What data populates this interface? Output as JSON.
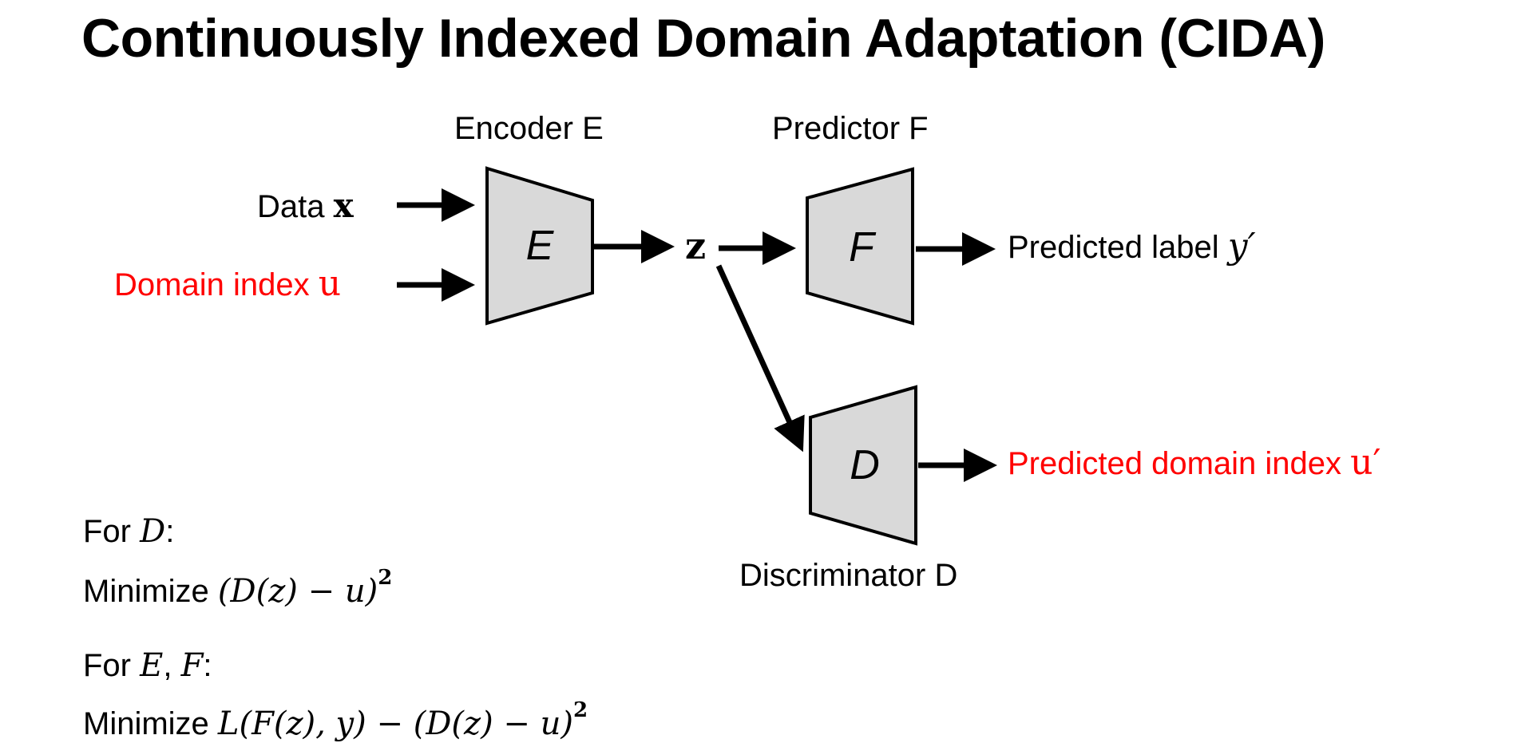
{
  "title": "Continuously Indexed Domain Adaptation (CIDA)",
  "diagram": {
    "encoder_label": "Encoder E",
    "predictor_label": "Predictor F",
    "discriminator_label": "Discriminator D",
    "encoder_symbol": "E",
    "predictor_symbol": "F",
    "discriminator_symbol": "D",
    "latent_symbol": "z",
    "input_data_label": "Data",
    "input_data_symbol": "x",
    "input_domain_label": "Domain index",
    "input_domain_symbol": "u",
    "output_label_text": "Predicted label",
    "output_label_symbol": "y′",
    "output_domain_text": "Predicted domain index",
    "output_domain_symbol": "u′",
    "colors": {
      "box_fill": "#d9d9d9",
      "highlight": "#ff0000",
      "stroke": "#000000"
    }
  },
  "objectives": {
    "d_heading_prefix": "For",
    "d_heading_var": "D",
    "d_heading_suffix": ":",
    "d_objective_prefix": "Minimize",
    "d_objective_expr": "(D(z) − u)",
    "d_objective_power": "2",
    "ef_heading_prefix": "For",
    "ef_heading_var1": "E",
    "ef_heading_sep": ",",
    "ef_heading_var2": "F",
    "ef_heading_suffix": ":",
    "ef_objective_prefix": "Minimize",
    "ef_objective_expr": "L(F(z), y) − (D(z) − u)",
    "ef_objective_power": "2"
  }
}
